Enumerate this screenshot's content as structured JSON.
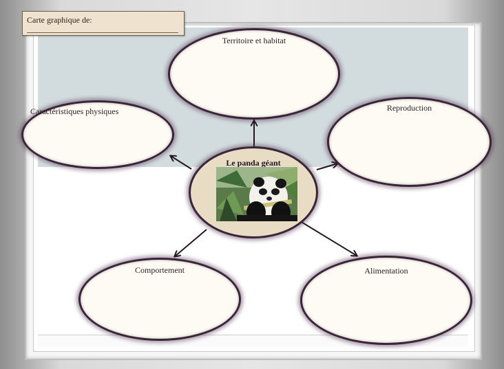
{
  "title_box": {
    "label": "Carte graphique de:"
  },
  "center": {
    "title": "Le panda géant",
    "photo_icon": "panda-photo"
  },
  "bubbles": {
    "territoire": "Territoire et habitat",
    "caracteristiques": "Caractéristiques physiques",
    "reproduction": "Reproduction",
    "comportement": "Comportement",
    "alimentation": "Alimentation"
  },
  "colors": {
    "bubble_border": "#3a2438",
    "bubble_fill": "#fdfbf4",
    "center_fill": "#e9dcc4",
    "header_fill": "#efe3cf",
    "sky_panel": "#d2dbde"
  }
}
